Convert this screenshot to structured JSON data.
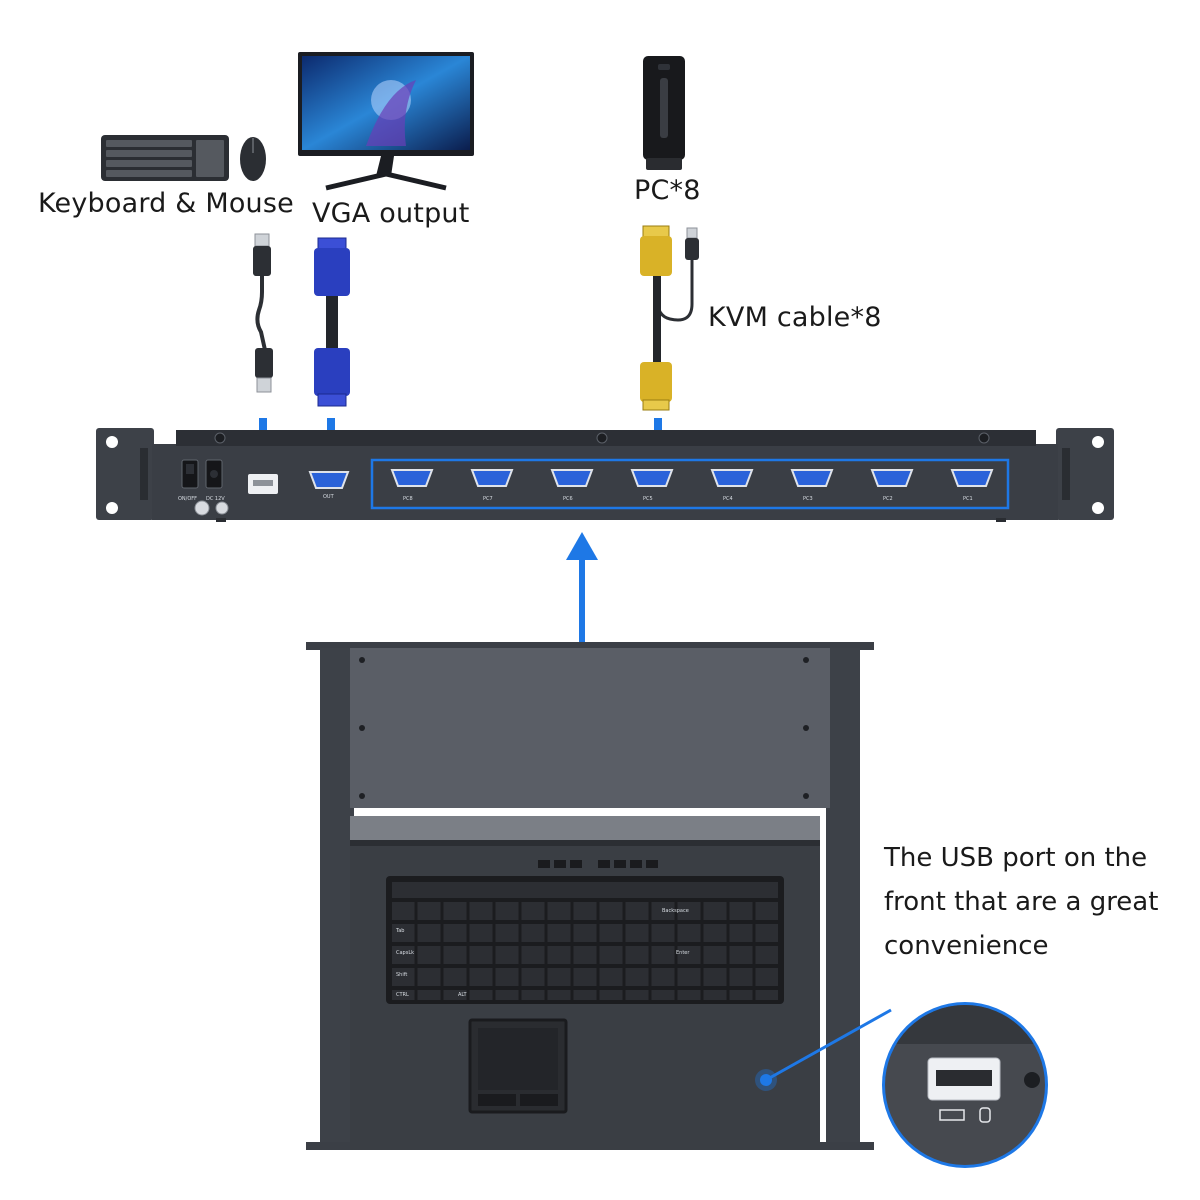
{
  "labels": {
    "keyboard_mouse": "Keyboard & Mouse",
    "vga_output": "VGA output",
    "pc": "PC*8",
    "kvm_cable": "KVM cable*8"
  },
  "panel": {
    "switch_label": "ON/OFF",
    "dc_label": "DC 12V",
    "out_label": "OUT",
    "ports": [
      "PC8",
      "PC7",
      "PC6",
      "PC5",
      "PC4",
      "PC3",
      "PC2",
      "PC1"
    ]
  },
  "keyboard_row_labels": {
    "tab": "Tab",
    "capslock": "CapsLk",
    "shift": "Shift",
    "ctrl": "CTRL",
    "backspace": "Backspace",
    "enter": "Enter",
    "alt": "ALT"
  },
  "note": {
    "line1": "The USB port on the",
    "line2": "front that are a great",
    "line3": "convenience"
  },
  "colors": {
    "accent_blue": "#1e78e6",
    "vga_blue": "#2a3fbf",
    "kvm_gold": "#d9b227",
    "chassis": "#3d4148"
  }
}
